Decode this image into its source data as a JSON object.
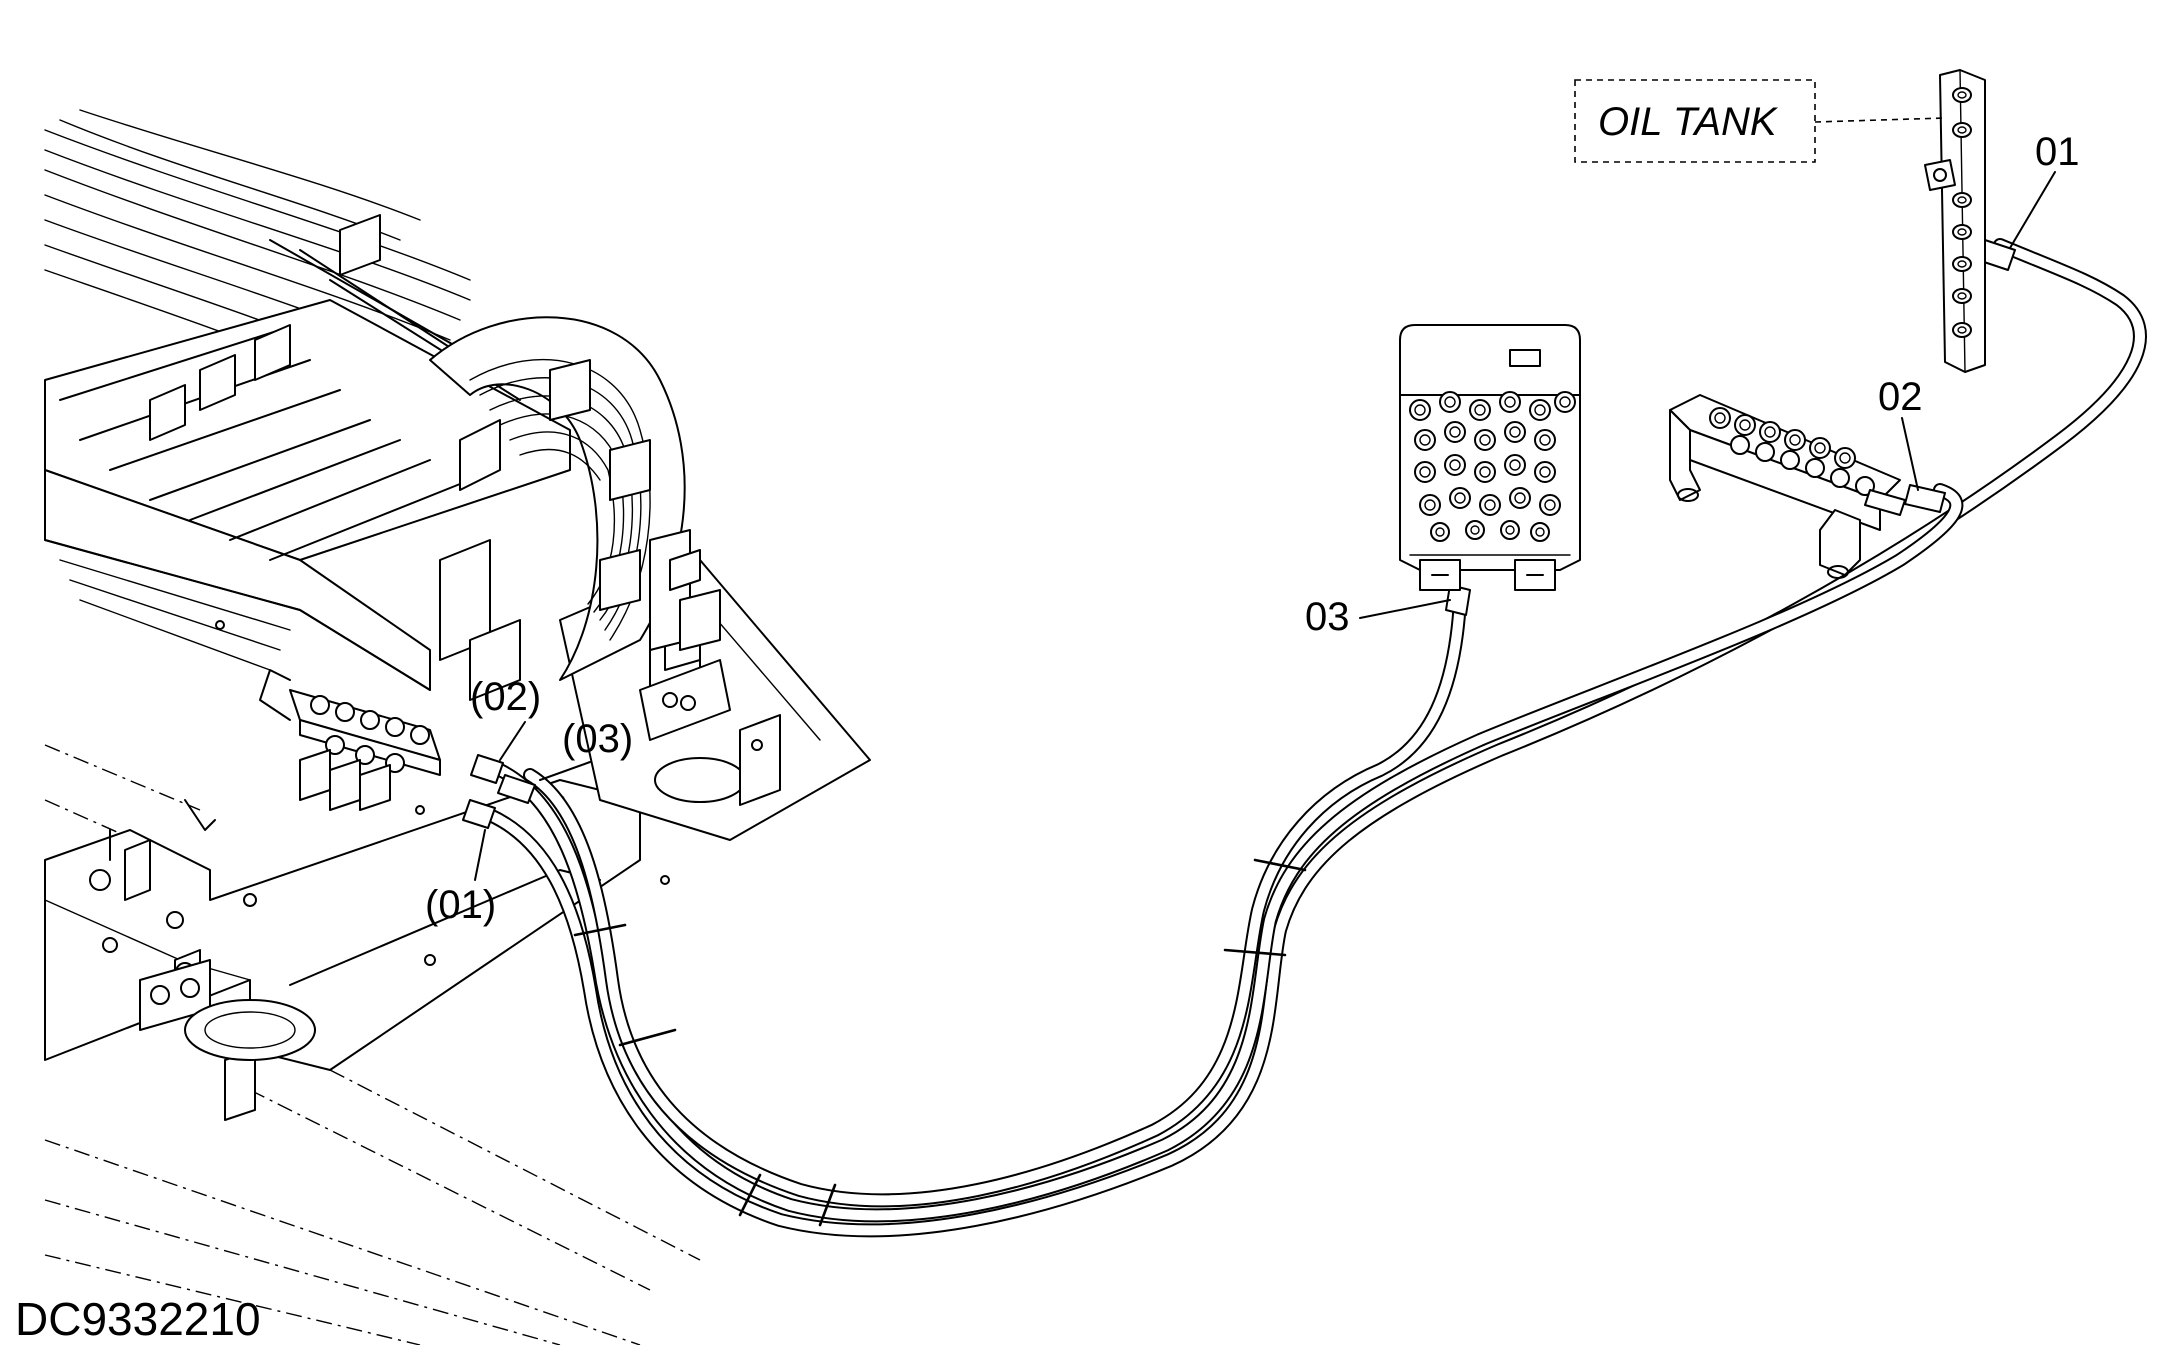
{
  "drawing_code": "DC9332210",
  "oil_tank_label": "OIL TANK",
  "callouts": {
    "hose_01": "01",
    "hose_02": "02",
    "hose_03": "03",
    "hose_01_ref": "(01)",
    "hose_02_ref": "(02)",
    "hose_03_ref": "(03)"
  }
}
